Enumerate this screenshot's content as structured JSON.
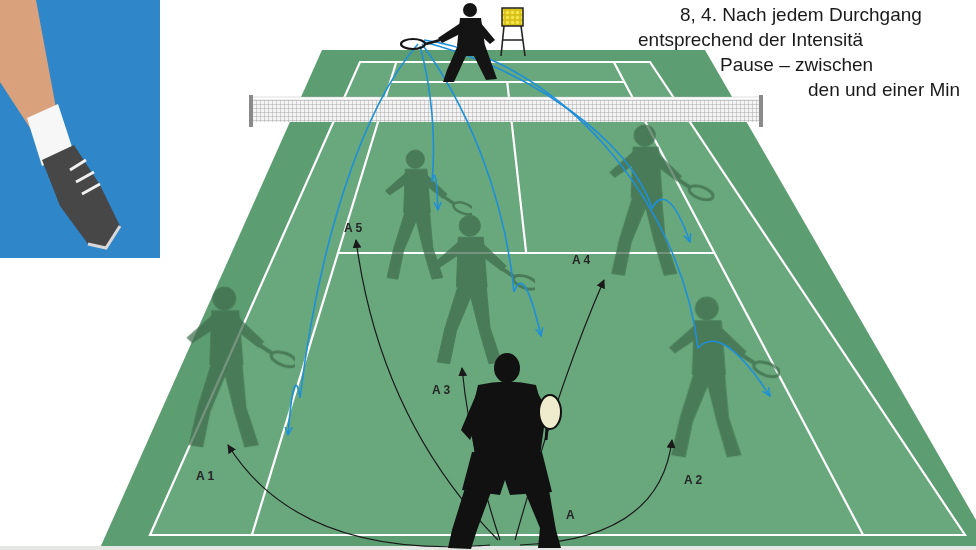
{
  "diagram": {
    "labels": [
      "8, 4. Nach jedem Durchgang",
      "entsprechend der Intensitä",
      "Pause – zwischen",
      "den und einer Min",
      "A 5",
      "A 4",
      "A 3",
      "A 1",
      "A 2",
      "A"
    ]
  }
}
